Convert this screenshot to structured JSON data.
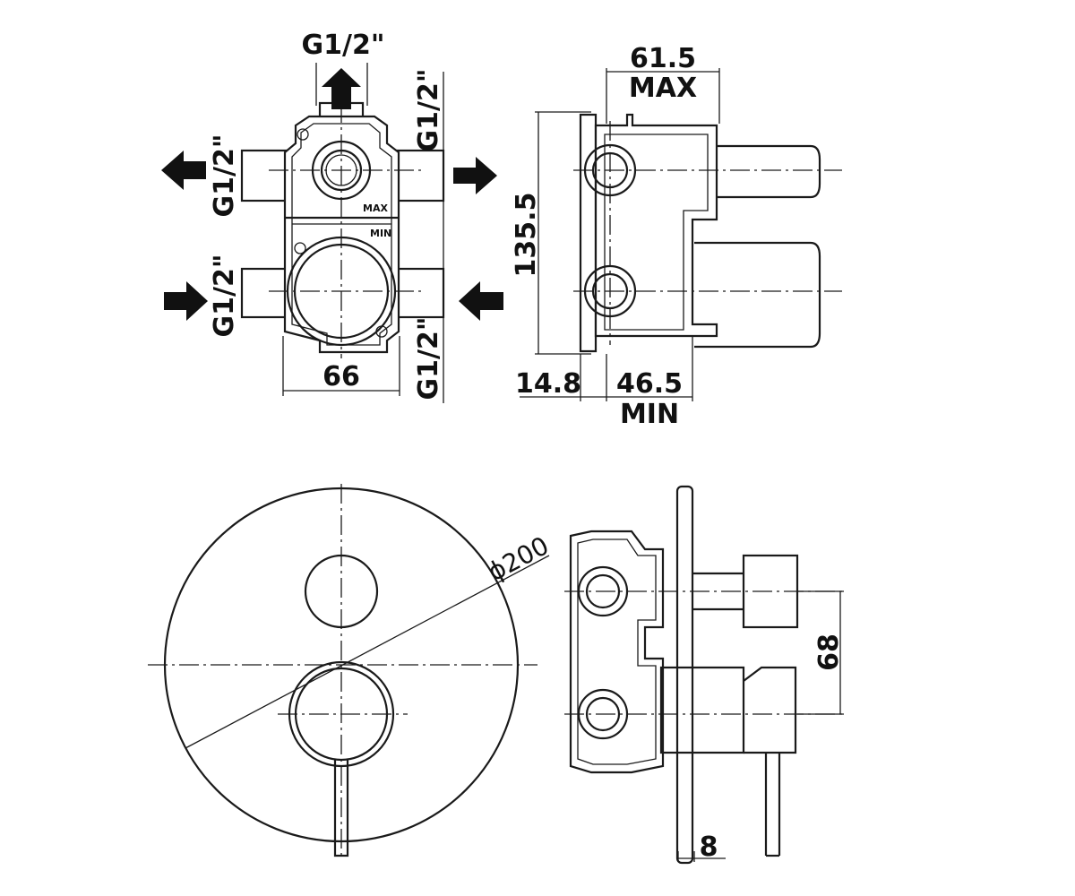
{
  "labels": {
    "top_outlet": "G1/2\"",
    "right_upper": "G1/2\"",
    "left_upper": "G1/2\"",
    "left_lower": "G1/2\"",
    "right_lower": "G1/2\"",
    "width_66": "66",
    "dim_61_5": "61.5",
    "max": "MAX",
    "height_135_5": "135.5",
    "dim_14_8": "14.8",
    "dim_46_5": "46.5",
    "min": "MIN",
    "diameter": "ϕ200",
    "dim_68": "68",
    "dim_8": "8",
    "body_max_mark": "MAX",
    "body_min_mark": "MIN"
  },
  "colors": {
    "line": "#1a1a1a",
    "arrow": "#111111",
    "background": "#ffffff"
  }
}
